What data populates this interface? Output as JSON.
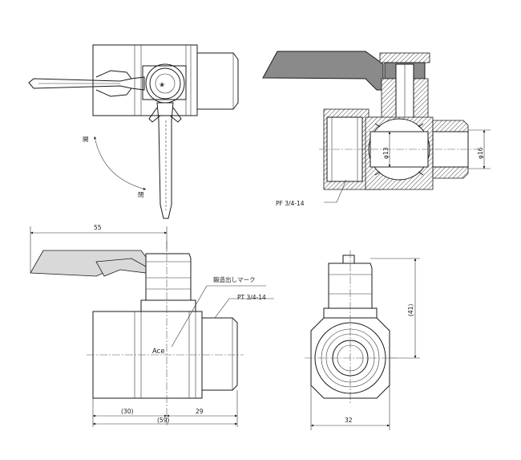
{
  "labels": {
    "open": "開",
    "close": "閉",
    "pf_thread": "PF 3/4-14",
    "pt_thread": "PT 3/4-14",
    "forging_mark": "鍛造出しマーク",
    "bore": "φ13",
    "outlet_dia": "φ16",
    "logo": "Ace"
  },
  "dimensions": {
    "handle_length": "55",
    "height": "(41)",
    "left_len": "(30)",
    "right_len": "29",
    "total_len": "(59)",
    "width": "32"
  }
}
